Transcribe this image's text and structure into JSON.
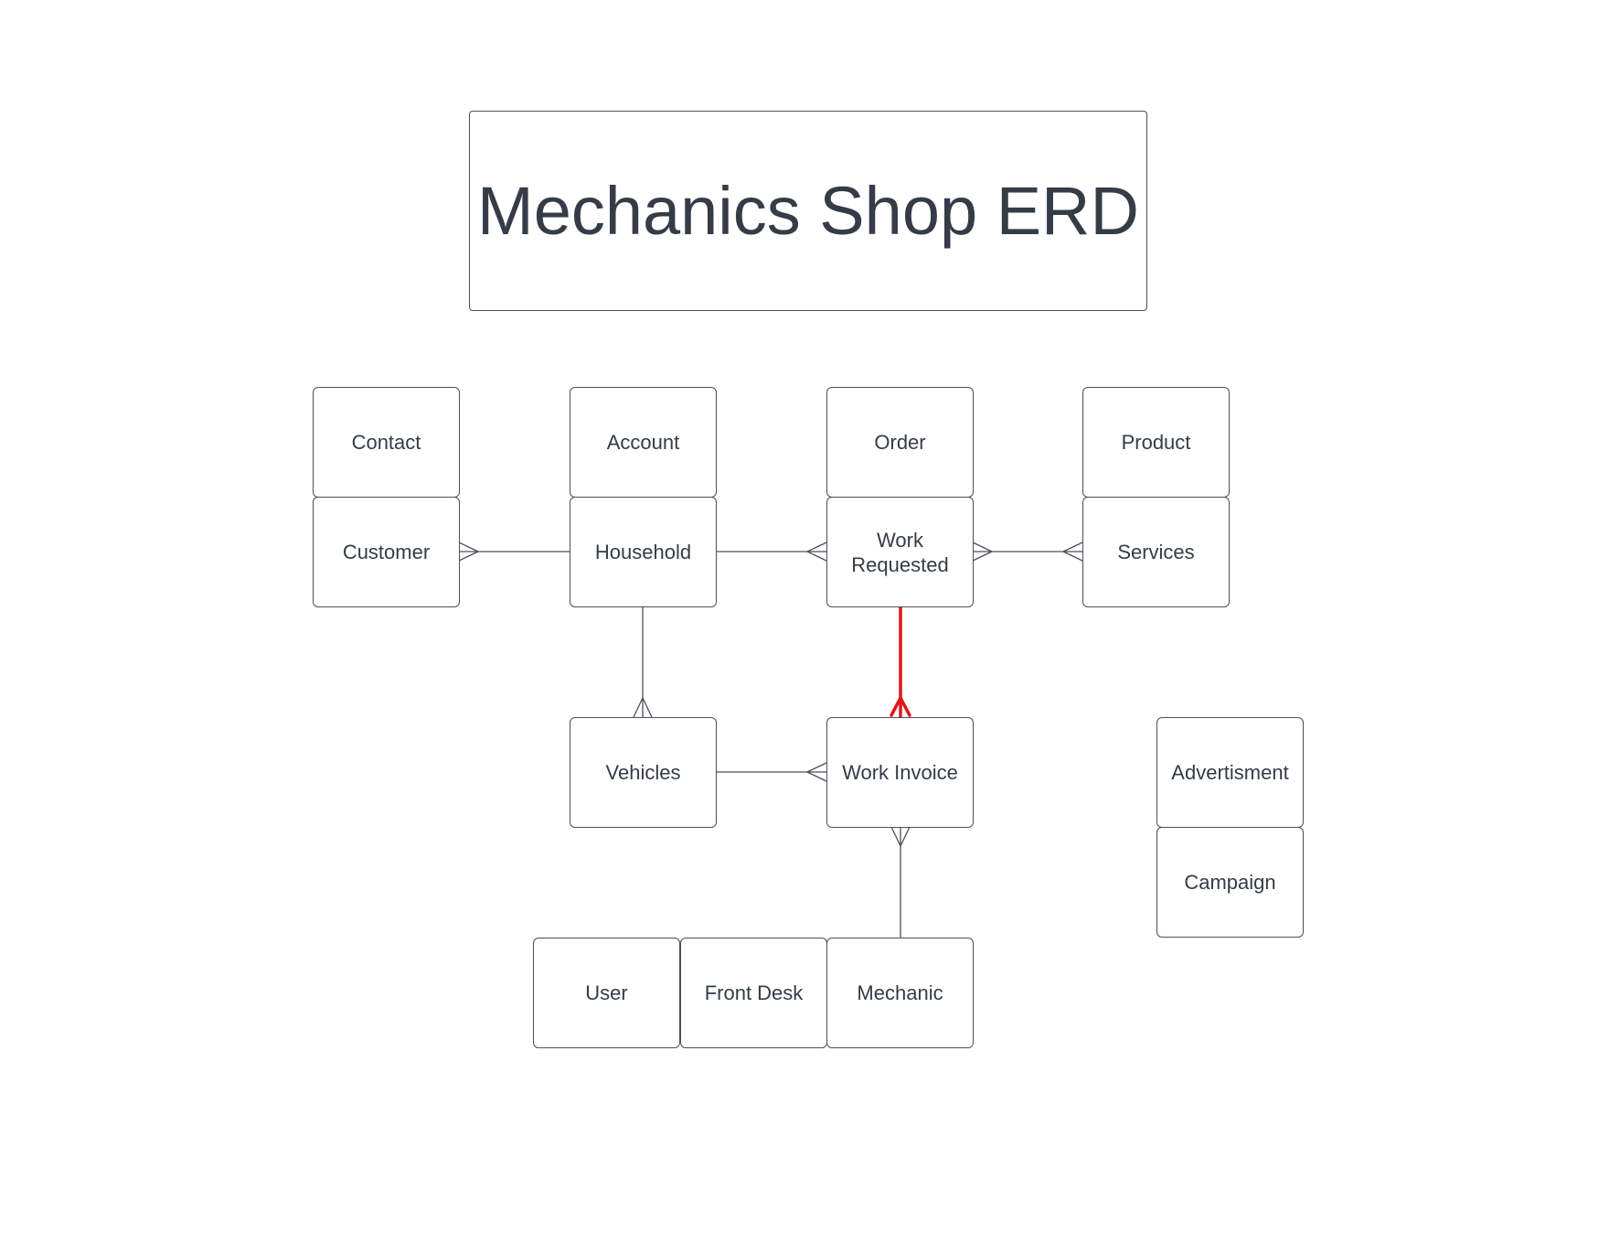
{
  "title": "Mechanics Shop ERD",
  "colors": {
    "stroke": "#4a4f58",
    "text": "#353c47",
    "highlight": "#e0161c"
  },
  "entities": {
    "contact": "Contact",
    "account": "Account",
    "order": "Order",
    "product": "Product",
    "customer": "Customer",
    "household": "Household",
    "work_requested": "Work\nRequested",
    "services": "Services",
    "vehicles": "Vehicles",
    "work_invoice": "Work Invoice",
    "advertisment": "Advertisment",
    "campaign": "Campaign",
    "user": "User",
    "front_desk": "Front Desk",
    "mechanic": "Mechanic"
  },
  "relationships": [
    {
      "from": "Household",
      "to": "Customer",
      "cardinality": "one-to-many",
      "many_end": "Customer"
    },
    {
      "from": "Household",
      "to": "Work Requested",
      "cardinality": "one-to-many",
      "many_end": "Work Requested"
    },
    {
      "from": "Services",
      "to": "Work Requested",
      "cardinality": "many-to-many"
    },
    {
      "from": "Household",
      "to": "Vehicles",
      "cardinality": "one-to-many",
      "many_end": "Vehicles"
    },
    {
      "from": "Work Requested",
      "to": "Work Invoice",
      "cardinality": "one-to-many",
      "many_end": "Work Invoice",
      "highlighted": true
    },
    {
      "from": "Vehicles",
      "to": "Work Invoice",
      "cardinality": "one-to-many",
      "many_end": "Work Invoice"
    },
    {
      "from": "Mechanic",
      "to": "Work Invoice",
      "cardinality": "one-to-many",
      "many_end": "Work Invoice"
    }
  ]
}
